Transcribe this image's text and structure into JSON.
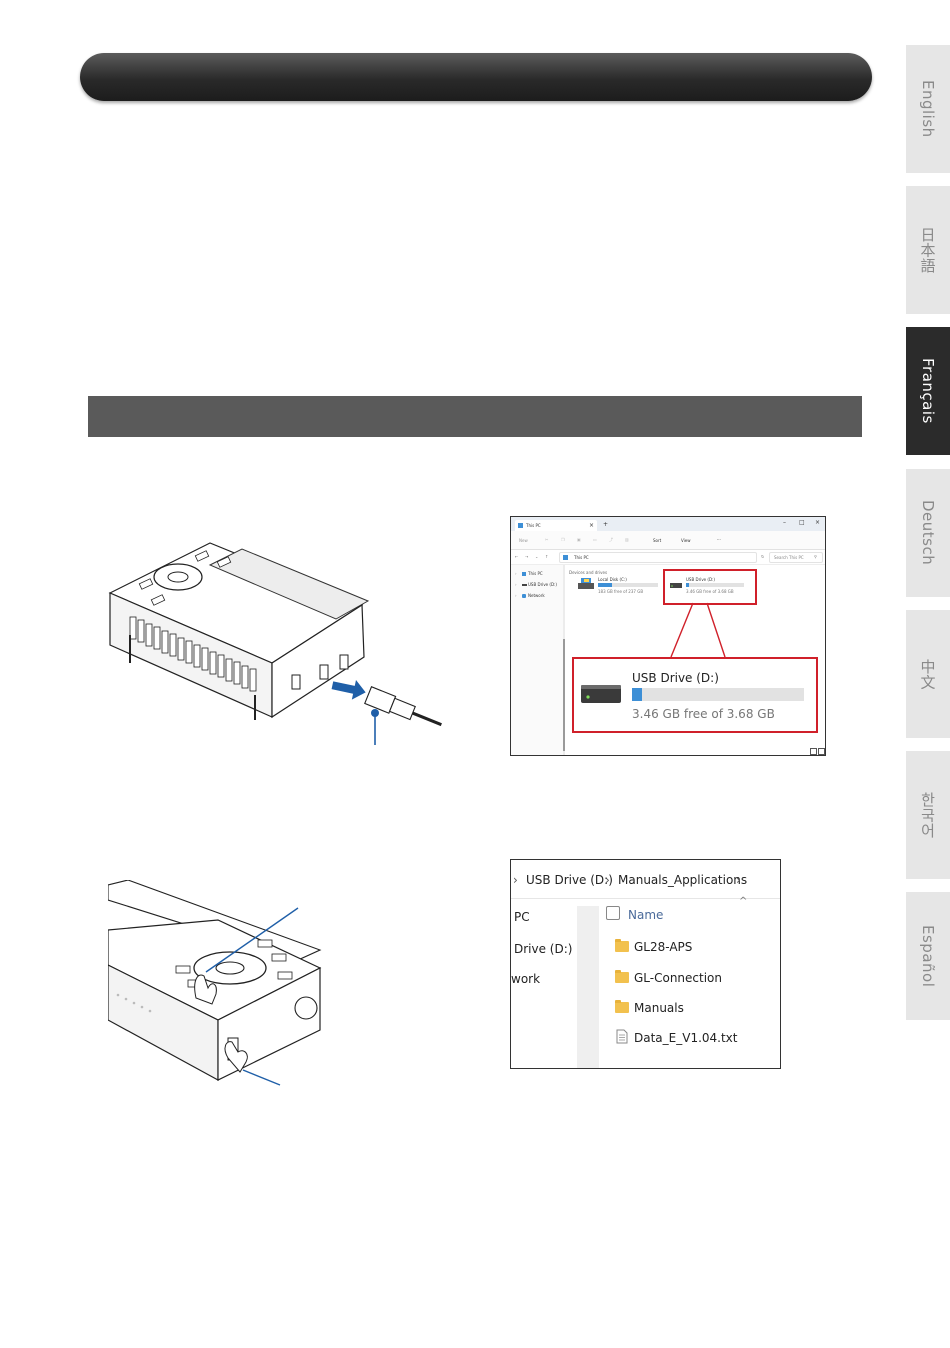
{
  "languages": [
    {
      "label": "English",
      "active": false
    },
    {
      "label": "日本語",
      "active": false
    },
    {
      "label": "Français",
      "active": true
    },
    {
      "label": "Deutsch",
      "active": false
    },
    {
      "label": "中文",
      "active": false
    },
    {
      "label": "한국어",
      "active": false
    },
    {
      "label": "Español",
      "active": false
    }
  ],
  "explorer_small": {
    "tab_title": "This PC",
    "tab_close": "×",
    "tab_add": "+",
    "toolbar": {
      "new": "New",
      "sort": "Sort",
      "view": "View",
      "more": "···"
    },
    "address": "This PC",
    "search_placeholder": "Search This PC",
    "nav": [
      "This PC",
      "USB Drive (D:)",
      "Network"
    ],
    "section": "Devices and drives",
    "drives": [
      {
        "name": "Local Disk (C:)",
        "free": "183 GB free of 237 GB",
        "used_fraction": 0.23
      },
      {
        "name": "USB Drive (D:)",
        "free": "3.46 GB free of 3.68 GB",
        "used_fraction": 0.06
      }
    ],
    "zoom": {
      "name": "USB Drive (D:)",
      "free": "3.46 GB free of 3.68 GB",
      "used_fraction": 0.06
    }
  },
  "explorer_folder": {
    "breadcrumb": [
      "USB Drive (D:)",
      "Manuals_Applications"
    ],
    "nav": [
      "PC",
      "Drive (D:)",
      "work"
    ],
    "column_header": "Name",
    "items": [
      {
        "name": "GL28-APS",
        "type": "folder"
      },
      {
        "name": "GL-Connection",
        "type": "folder"
      },
      {
        "name": "Manuals",
        "type": "folder"
      },
      {
        "name": "Data_E_V1.04.txt",
        "type": "file"
      }
    ]
  },
  "colors": {
    "highlight": "#d0202a",
    "accent": "#3d8fd6",
    "folder": "#f2c14e",
    "callout": "#1f5fa8"
  }
}
